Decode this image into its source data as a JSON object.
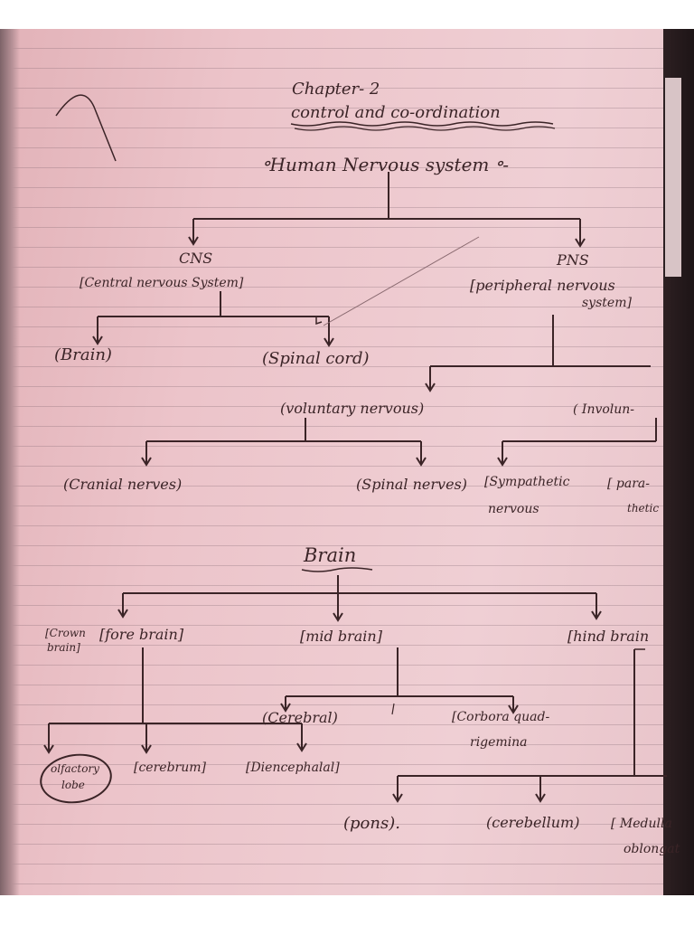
{
  "header": {
    "chapter": "Chapter- 2",
    "title": "control and co-ordination",
    "heading": "॰Human Nervous system ॰-"
  },
  "nervous_system": {
    "cns": "CNS",
    "cns_full": "[Central nervous System]",
    "pns": "PNS",
    "pns_full_1": "[peripheral nervous",
    "pns_full_2": "system]",
    "brain": "(Brain)",
    "spinal_cord": "(Spinal cord)",
    "voluntary": "(voluntary nervous)",
    "involuntary": "( Involun-",
    "cranial": "(Cranial nerves)",
    "spinal_nerves": "(Spinal nerves)",
    "sympathetic_1": "[Sympathetic",
    "sympathetic_2": "nervous",
    "para_1": "[ para-",
    "para_2": "thetic"
  },
  "brain_section": {
    "heading": "Brain",
    "crown_1": "[Crown",
    "crown_2": "brain]",
    "fore": "[fore brain]",
    "mid": "[mid brain]",
    "hind": "[hind brain",
    "cerebral": "(Cerebral)",
    "corpora_1": "[Corbora quad-",
    "corpora_2": "rigemina",
    "olfactory_1": "olfactory",
    "olfactory_2": "lobe",
    "cerebrum": "[cerebrum]",
    "diencephalon": "[Diencephalal]",
    "pons": "(pons).",
    "cerebellum": "(cerebellum)",
    "medulla_1": "[ Medulla",
    "medulla_2": "oblongat"
  }
}
